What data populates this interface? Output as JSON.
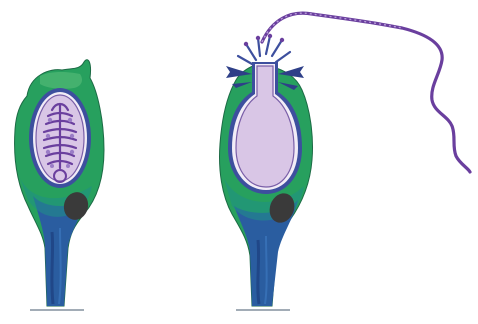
{
  "figure": {
    "panels": [
      {
        "id": "left",
        "depicts": "cell-with-coiled-thread"
      },
      {
        "id": "right",
        "depicts": "cell-with-discharged-thread"
      }
    ]
  },
  "colors": {
    "background": "#ffffff",
    "outer_green": "#27a05e",
    "green_highlight": "#5cc07c",
    "blue_body": "#2a5da0",
    "blue_dark": "#1c3f7e",
    "teal": "#1f8f86",
    "capsule_wall": "#3d4f9e",
    "capsule_fill": "#d9c6e6",
    "thread_purple": "#6a3f9e",
    "thread_light": "#9a7cc6",
    "nucleus": "#3a3a3a",
    "base_line": "#6a7a8a"
  }
}
